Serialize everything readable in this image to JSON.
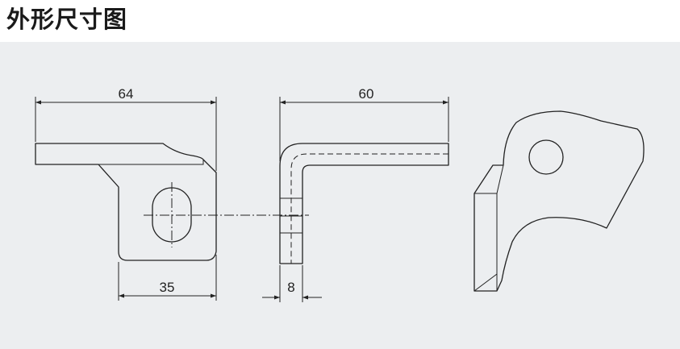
{
  "title": "外形尺寸图",
  "dimensions": {
    "front_width": "64",
    "front_base_width": "35",
    "side_length": "60",
    "side_thickness": "8"
  },
  "colors": {
    "panel_background": "#eceef0",
    "line": "#222222",
    "title_text": "#1a1a1a"
  }
}
